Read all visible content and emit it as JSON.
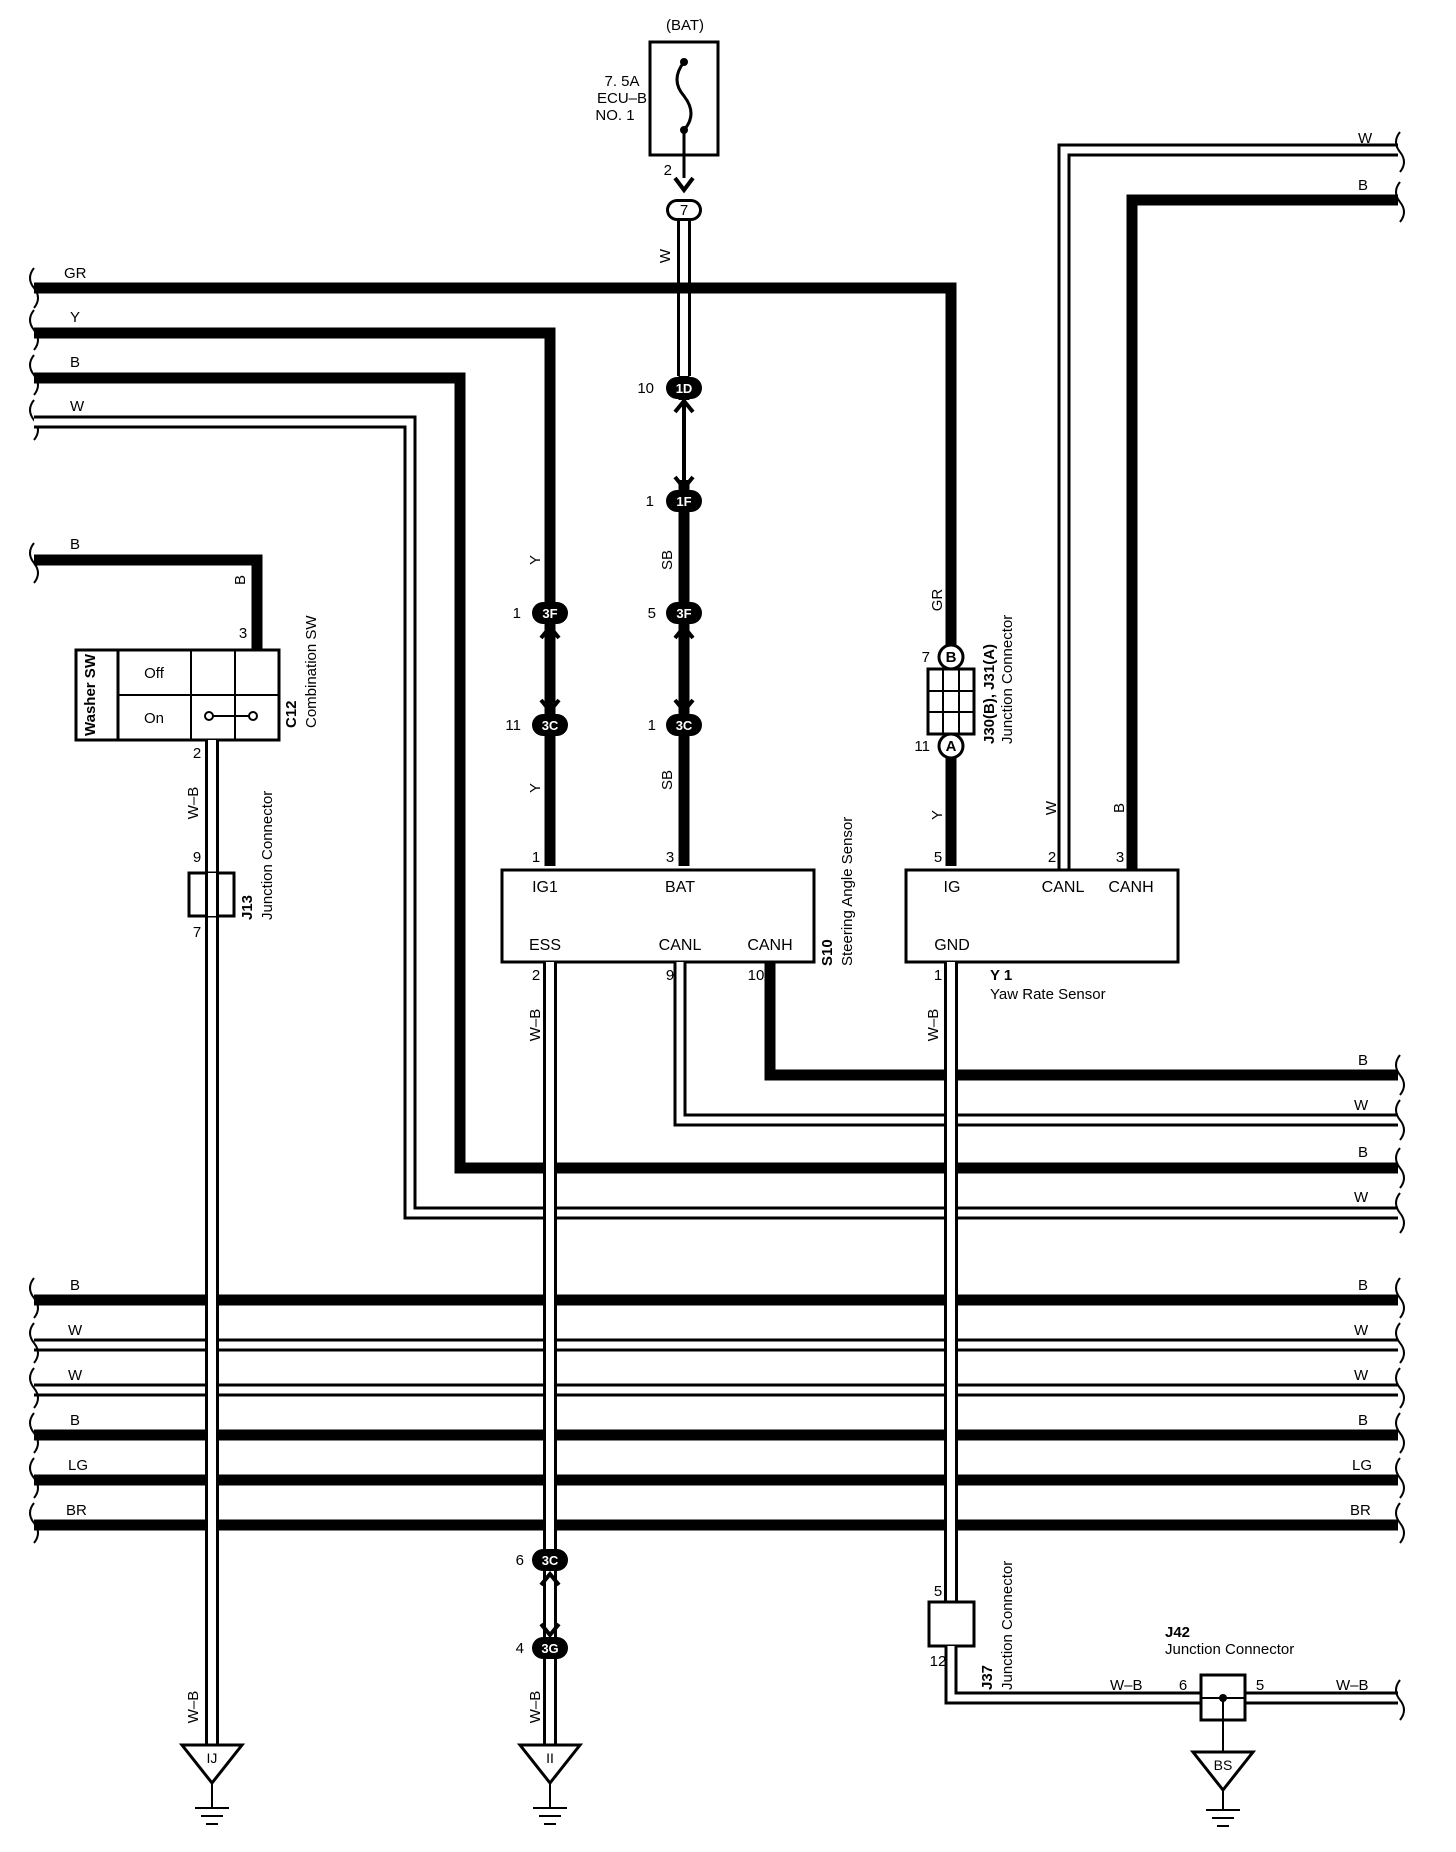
{
  "fuse": {
    "source": "(BAT)",
    "rating": "7. 5A",
    "name": "ECU–B",
    "number": "NO. 1",
    "pin": "2",
    "connector": "7",
    "wire": "W"
  },
  "left_wires": [
    {
      "color": "GR"
    },
    {
      "color": "Y"
    },
    {
      "color": "B"
    },
    {
      "color": "W"
    }
  ],
  "right_top_wires": [
    {
      "color": "W"
    },
    {
      "color": "B"
    }
  ],
  "b_wire": {
    "color": "B",
    "vert": "B",
    "pin": "3"
  },
  "combination_sw": {
    "code": "C12",
    "name": "Combination SW",
    "label": "Washer SW",
    "off": "Off",
    "on": "On",
    "pin_out": "2",
    "wire_out": "W–B"
  },
  "j13": {
    "code": "J13",
    "name": "Junction Connector",
    "pin_in": "9",
    "pin_out": "7",
    "wire": "W–B"
  },
  "sas_connectors": {
    "y_wire": "Y",
    "sb_wire": "SB",
    "c1": {
      "label": "1D",
      "pin": "10"
    },
    "c2": {
      "label": "1F",
      "pin": "1"
    },
    "c3": {
      "label": "3F",
      "pin_y": "1",
      "pin_sb": "5"
    },
    "c4": {
      "label": "3C",
      "pin_y": "11",
      "pin_sb": "1"
    }
  },
  "steering_sensor": {
    "code": "S10",
    "name": "Steering Angle Sensor",
    "ig1": "IG1",
    "bat": "BAT",
    "ess": "ESS",
    "canl": "CANL",
    "canh": "CANH",
    "pin_ig1": "1",
    "pin_bat": "3",
    "pin_ess": "2",
    "pin_canl": "9",
    "pin_canh": "10",
    "wire_ess": "W–B"
  },
  "j30": {
    "code": "J30(B), J31(A)",
    "name": "Junction Connector",
    "top_label": "B",
    "top_pin": "7",
    "bottom_label": "A",
    "bottom_pin": "11",
    "wire_in": "GR",
    "wire_out": "Y"
  },
  "yaw_sensor": {
    "code": "Y 1",
    "name": "Yaw Rate Sensor",
    "ig": "IG",
    "canl": "CANL",
    "canh": "CANH",
    "gnd": "GND",
    "pin_ig": "5",
    "pin_canl": "2",
    "pin_canh": "3",
    "pin_gnd": "1",
    "wire_canl": "W",
    "wire_canh": "B",
    "wire_gnd": "W–B"
  },
  "right_mid_wires": [
    {
      "color": "B"
    },
    {
      "color": "W"
    },
    {
      "color": "B"
    },
    {
      "color": "W"
    }
  ],
  "bus_wires": [
    {
      "color": "B"
    },
    {
      "color": "W"
    },
    {
      "color": "W"
    },
    {
      "color": "B"
    },
    {
      "color": "LG"
    },
    {
      "color": "BR"
    }
  ],
  "lower_connectors": {
    "c1": {
      "label": "3C",
      "pin": "6"
    },
    "c2": {
      "label": "3G",
      "pin": "4"
    },
    "wire": "W–B"
  },
  "j37": {
    "code": "J37",
    "name": "Junction Connector",
    "pin_in": "5",
    "pin_out": "12"
  },
  "j42": {
    "code": "J42",
    "name": "Junction Connector",
    "pin_in": "6",
    "pin_out": "5",
    "wire_left": "W–B",
    "wire_right": "W–B"
  },
  "grounds": [
    {
      "label": "IJ",
      "wire": "W–B"
    },
    {
      "label": "II",
      "wire": "W–B"
    },
    {
      "label": "BS"
    }
  ]
}
